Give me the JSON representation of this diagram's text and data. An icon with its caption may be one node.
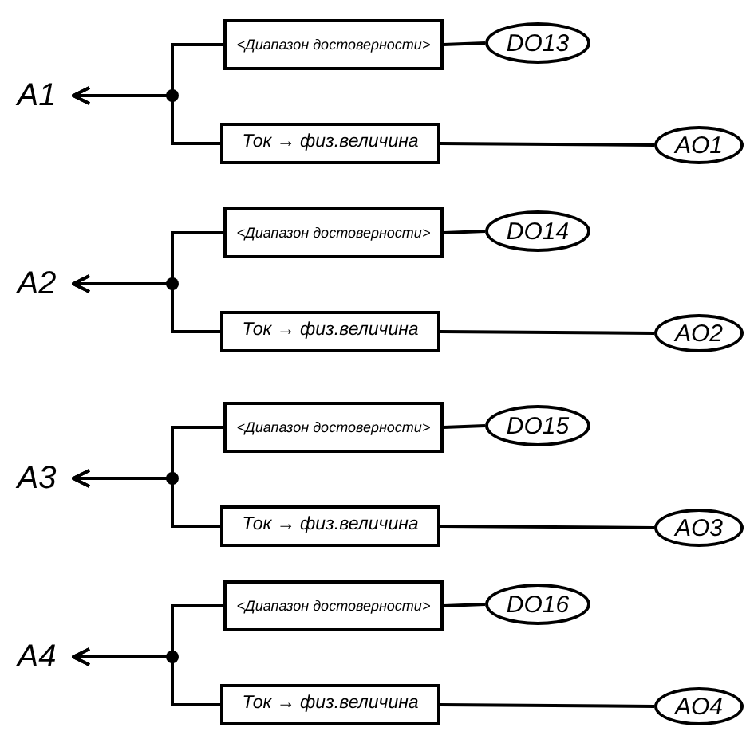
{
  "diagram": {
    "nodes": [
      {
        "text": [
          "A1"
        ]
      },
      {
        "text": [
          "<Диапазон достоверности>"
        ]
      },
      {
        "text": [
          "DO13"
        ]
      },
      {
        "text": [
          "Ток → физ.величина"
        ]
      },
      {
        "text": [
          "AO1"
        ]
      },
      {
        "text": [
          "A2"
        ]
      },
      {
        "text": [
          "<Диапазон достоверности>"
        ]
      },
      {
        "text": [
          "DO14"
        ]
      },
      {
        "text": [
          "Ток → физ.величина"
        ]
      },
      {
        "text": [
          "AO2"
        ]
      },
      {
        "text": [
          "A3"
        ]
      },
      {
        "text": [
          "<Диапазон достоверности>"
        ]
      },
      {
        "text": [
          "DO15"
        ]
      },
      {
        "text": [
          "Ток → физ.величина"
        ]
      },
      {
        "text": [
          "AO3"
        ]
      },
      {
        "text": [
          "A4"
        ]
      },
      {
        "text": [
          "<Диапазон достоверности>"
        ]
      },
      {
        "text": [
          "DO16"
        ]
      },
      {
        "text": [
          "Ток → физ.величина"
        ]
      },
      {
        "text": [
          "AO4"
        ]
      }
    ],
    "edges": [
      {
        "from": 1,
        "to": 0,
        "arrow": "to"
      },
      {
        "from": 3,
        "to": 0,
        "arrow": "to"
      },
      {
        "from": 1,
        "to": 2,
        "arrow": "none"
      },
      {
        "from": 3,
        "to": 4,
        "arrow": "none"
      },
      {
        "from": 6,
        "to": 5,
        "arrow": "to"
      },
      {
        "from": 8,
        "to": 5,
        "arrow": "to"
      },
      {
        "from": 6,
        "to": 7,
        "arrow": "none"
      },
      {
        "from": 8,
        "to": 9,
        "arrow": "none"
      },
      {
        "from": 11,
        "to": 10,
        "arrow": "to"
      },
      {
        "from": 13,
        "to": 10,
        "arrow": "to"
      },
      {
        "from": 11,
        "to": 12,
        "arrow": "none"
      },
      {
        "from": 13,
        "to": 14,
        "arrow": "none"
      },
      {
        "from": 16,
        "to": 15,
        "arrow": "to"
      },
      {
        "from": 18,
        "to": 15,
        "arrow": "to"
      },
      {
        "from": 16,
        "to": 17,
        "arrow": "none"
      },
      {
        "from": 18,
        "to": 19,
        "arrow": "none"
      }
    ]
  }
}
